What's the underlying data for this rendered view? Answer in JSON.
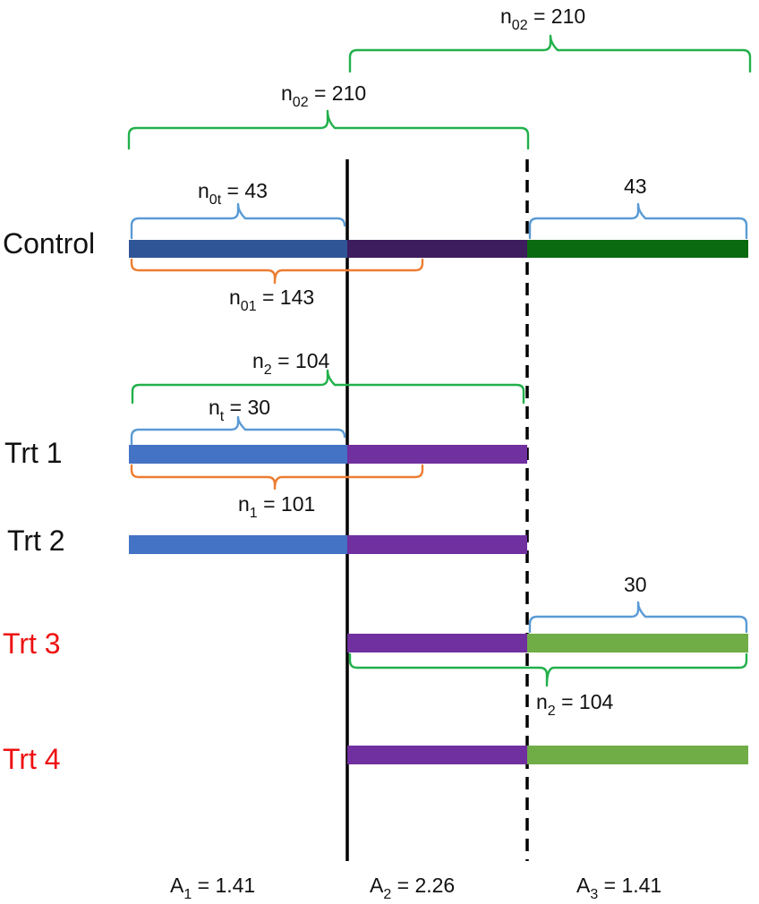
{
  "colors": {
    "control_a1": "#2f5597",
    "control_a2": "#3d1d5e",
    "control_a3": "#0a6a10",
    "trt_a1": "#4472c4",
    "trt_a2": "#7030a0",
    "trt_a3": "#70ad47",
    "brace_green": "#22b04b",
    "brace_blue": "#5b9bd5",
    "brace_orange": "#ed7d31",
    "label_black": "#111111",
    "label_red": "#ee1111"
  },
  "rows": [
    {
      "id": "control",
      "label": "Control",
      "color": "#111111"
    },
    {
      "id": "trt1",
      "label": "Trt 1",
      "color": "#111111"
    },
    {
      "id": "trt2",
      "label": "Trt 2",
      "color": "#111111"
    },
    {
      "id": "trt3",
      "label": "Trt 3",
      "color": "#ee1111"
    },
    {
      "id": "trt4",
      "label": "Trt 4",
      "color": "#ee1111"
    }
  ],
  "annotations": {
    "n02_top": {
      "sym": "n",
      "sub": "02",
      "val": " = 210"
    },
    "n02_second": {
      "sym": "n",
      "sub": "02",
      "val": " = 210"
    },
    "n0t": {
      "sym": "n",
      "sub": "0t",
      "val": " = 43"
    },
    "control_a3": {
      "sym": "",
      "sub": "",
      "val": "43"
    },
    "n01": {
      "sym": "n",
      "sub": "01",
      "val": " = 143"
    },
    "n2_upper": {
      "sym": "n",
      "sub": "2",
      "val": " = 104"
    },
    "nt": {
      "sym": "n",
      "sub": "t",
      "val": " = 30"
    },
    "n1": {
      "sym": "n",
      "sub": "1",
      "val": " = 101"
    },
    "trt3_a3": {
      "sym": "",
      "sub": "",
      "val": "30"
    },
    "n2_lower": {
      "sym": "n",
      "sub": "2",
      "val": " = 104"
    }
  },
  "stages": [
    {
      "sym": "A",
      "sub": "1",
      "val": " = 1.41"
    },
    {
      "sym": "A",
      "sub": "2",
      "val": " = 2.26"
    },
    {
      "sym": "A",
      "sub": "3",
      "val": " = 1.41"
    }
  ]
}
